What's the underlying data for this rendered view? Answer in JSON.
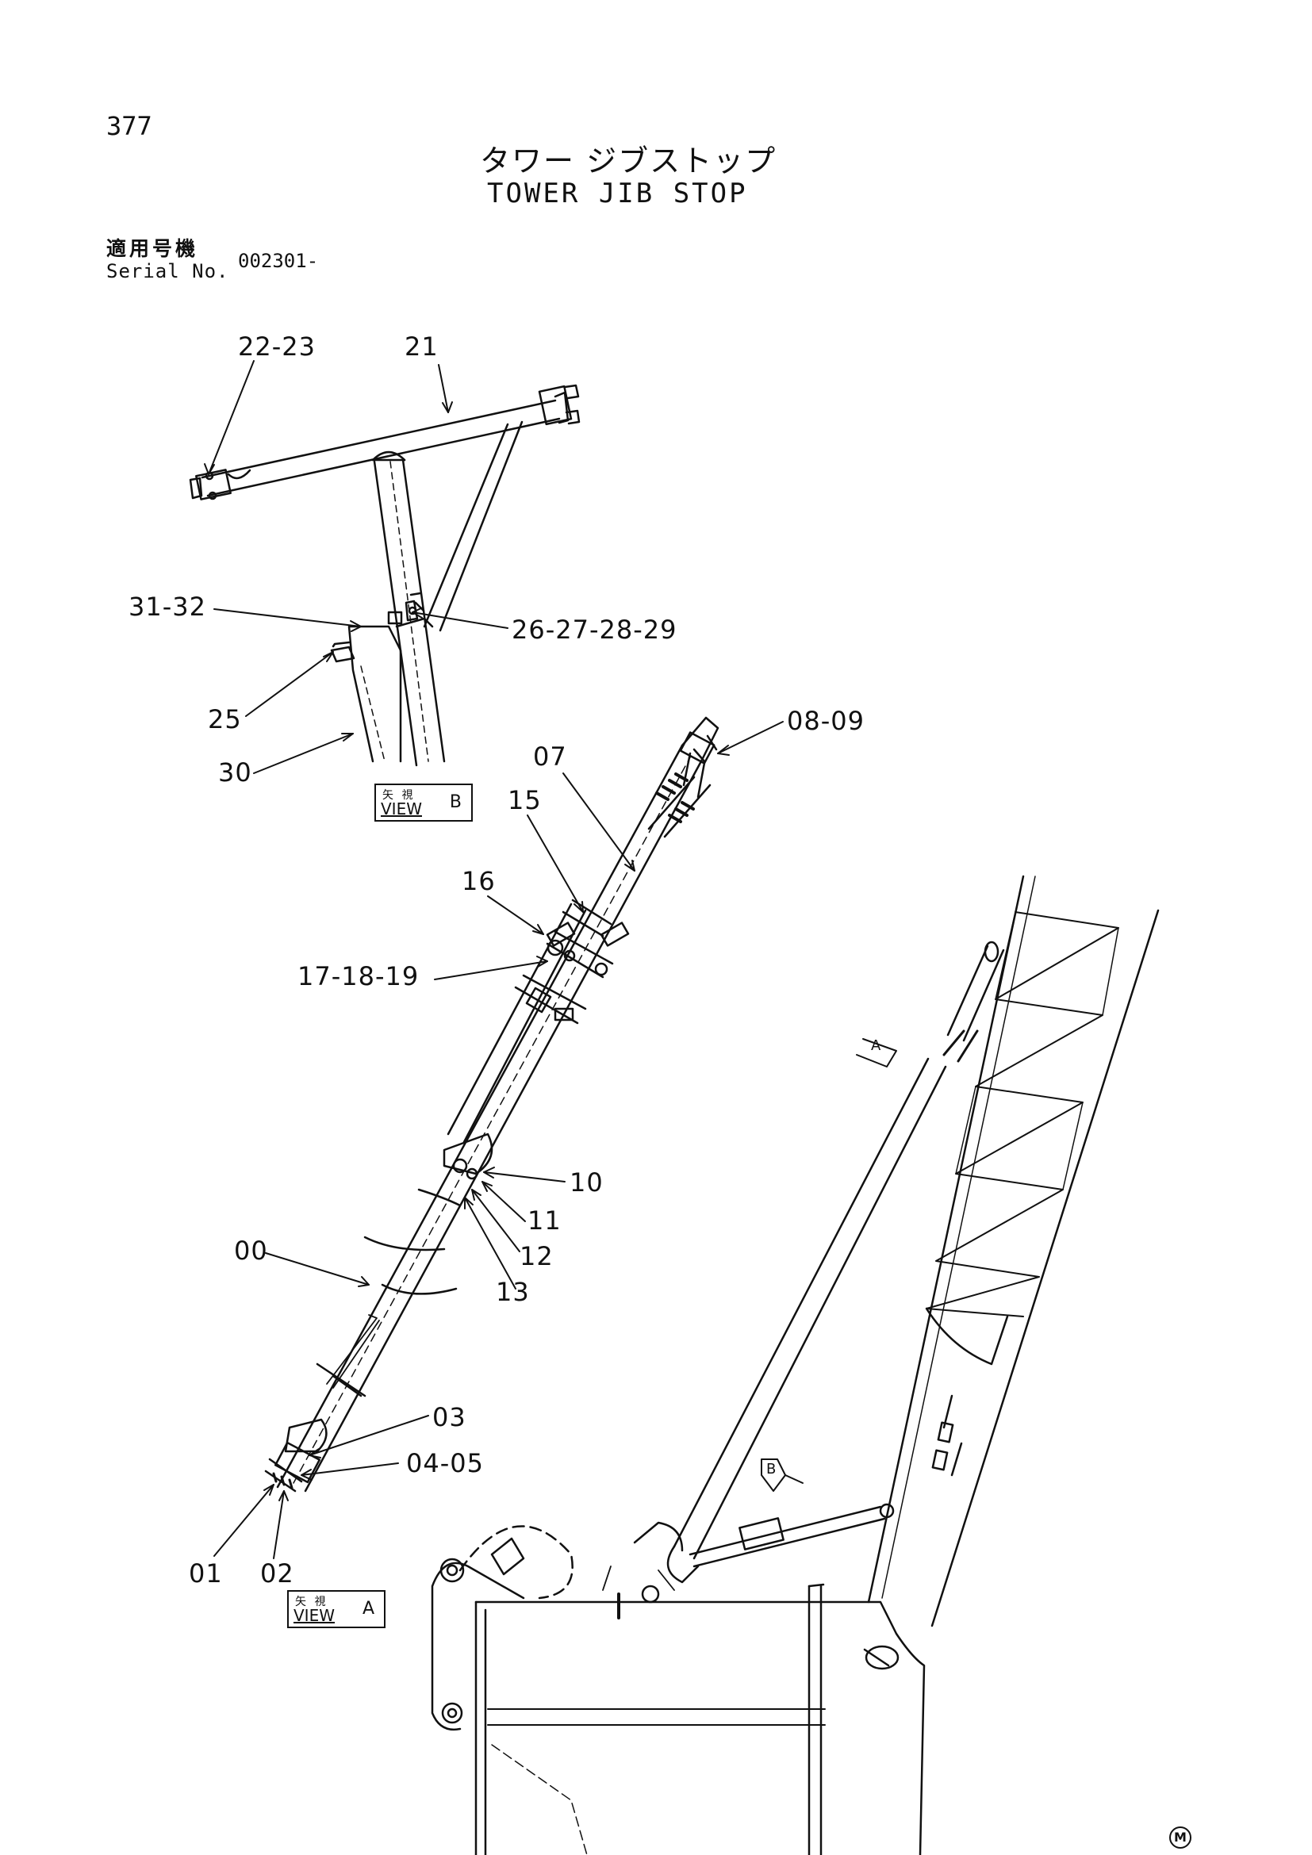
{
  "page_number": "377",
  "title_ja": "タワー ジブストップ",
  "title_en": "TOWER JIB STOP",
  "serial": {
    "label_ja": "適用号機",
    "label_en": "Serial No.",
    "value": "002301-"
  },
  "callouts": {
    "c22_23": "22-23",
    "c21": "21",
    "c31_32": "31-32",
    "c26_29": "26-27-28-29",
    "c25": "25",
    "c30": "30",
    "c08_09": "08-09",
    "c07": "07",
    "c15": "15",
    "c16": "16",
    "c17_19": "17-18-19",
    "c10": "10",
    "c11": "11",
    "c12": "12",
    "c13": "13",
    "c00": "00",
    "c03": "03",
    "c04_05": "04-05",
    "c01": "01",
    "c02": "02"
  },
  "views": {
    "view_b": {
      "ja": "矢 視",
      "en": "VIEW",
      "letter": "B"
    },
    "view_a": {
      "ja": "矢 視",
      "en": "VIEW",
      "letter": "A"
    }
  },
  "arrow_markers": {
    "a": "A",
    "b": "B"
  },
  "footer_mark": "M"
}
